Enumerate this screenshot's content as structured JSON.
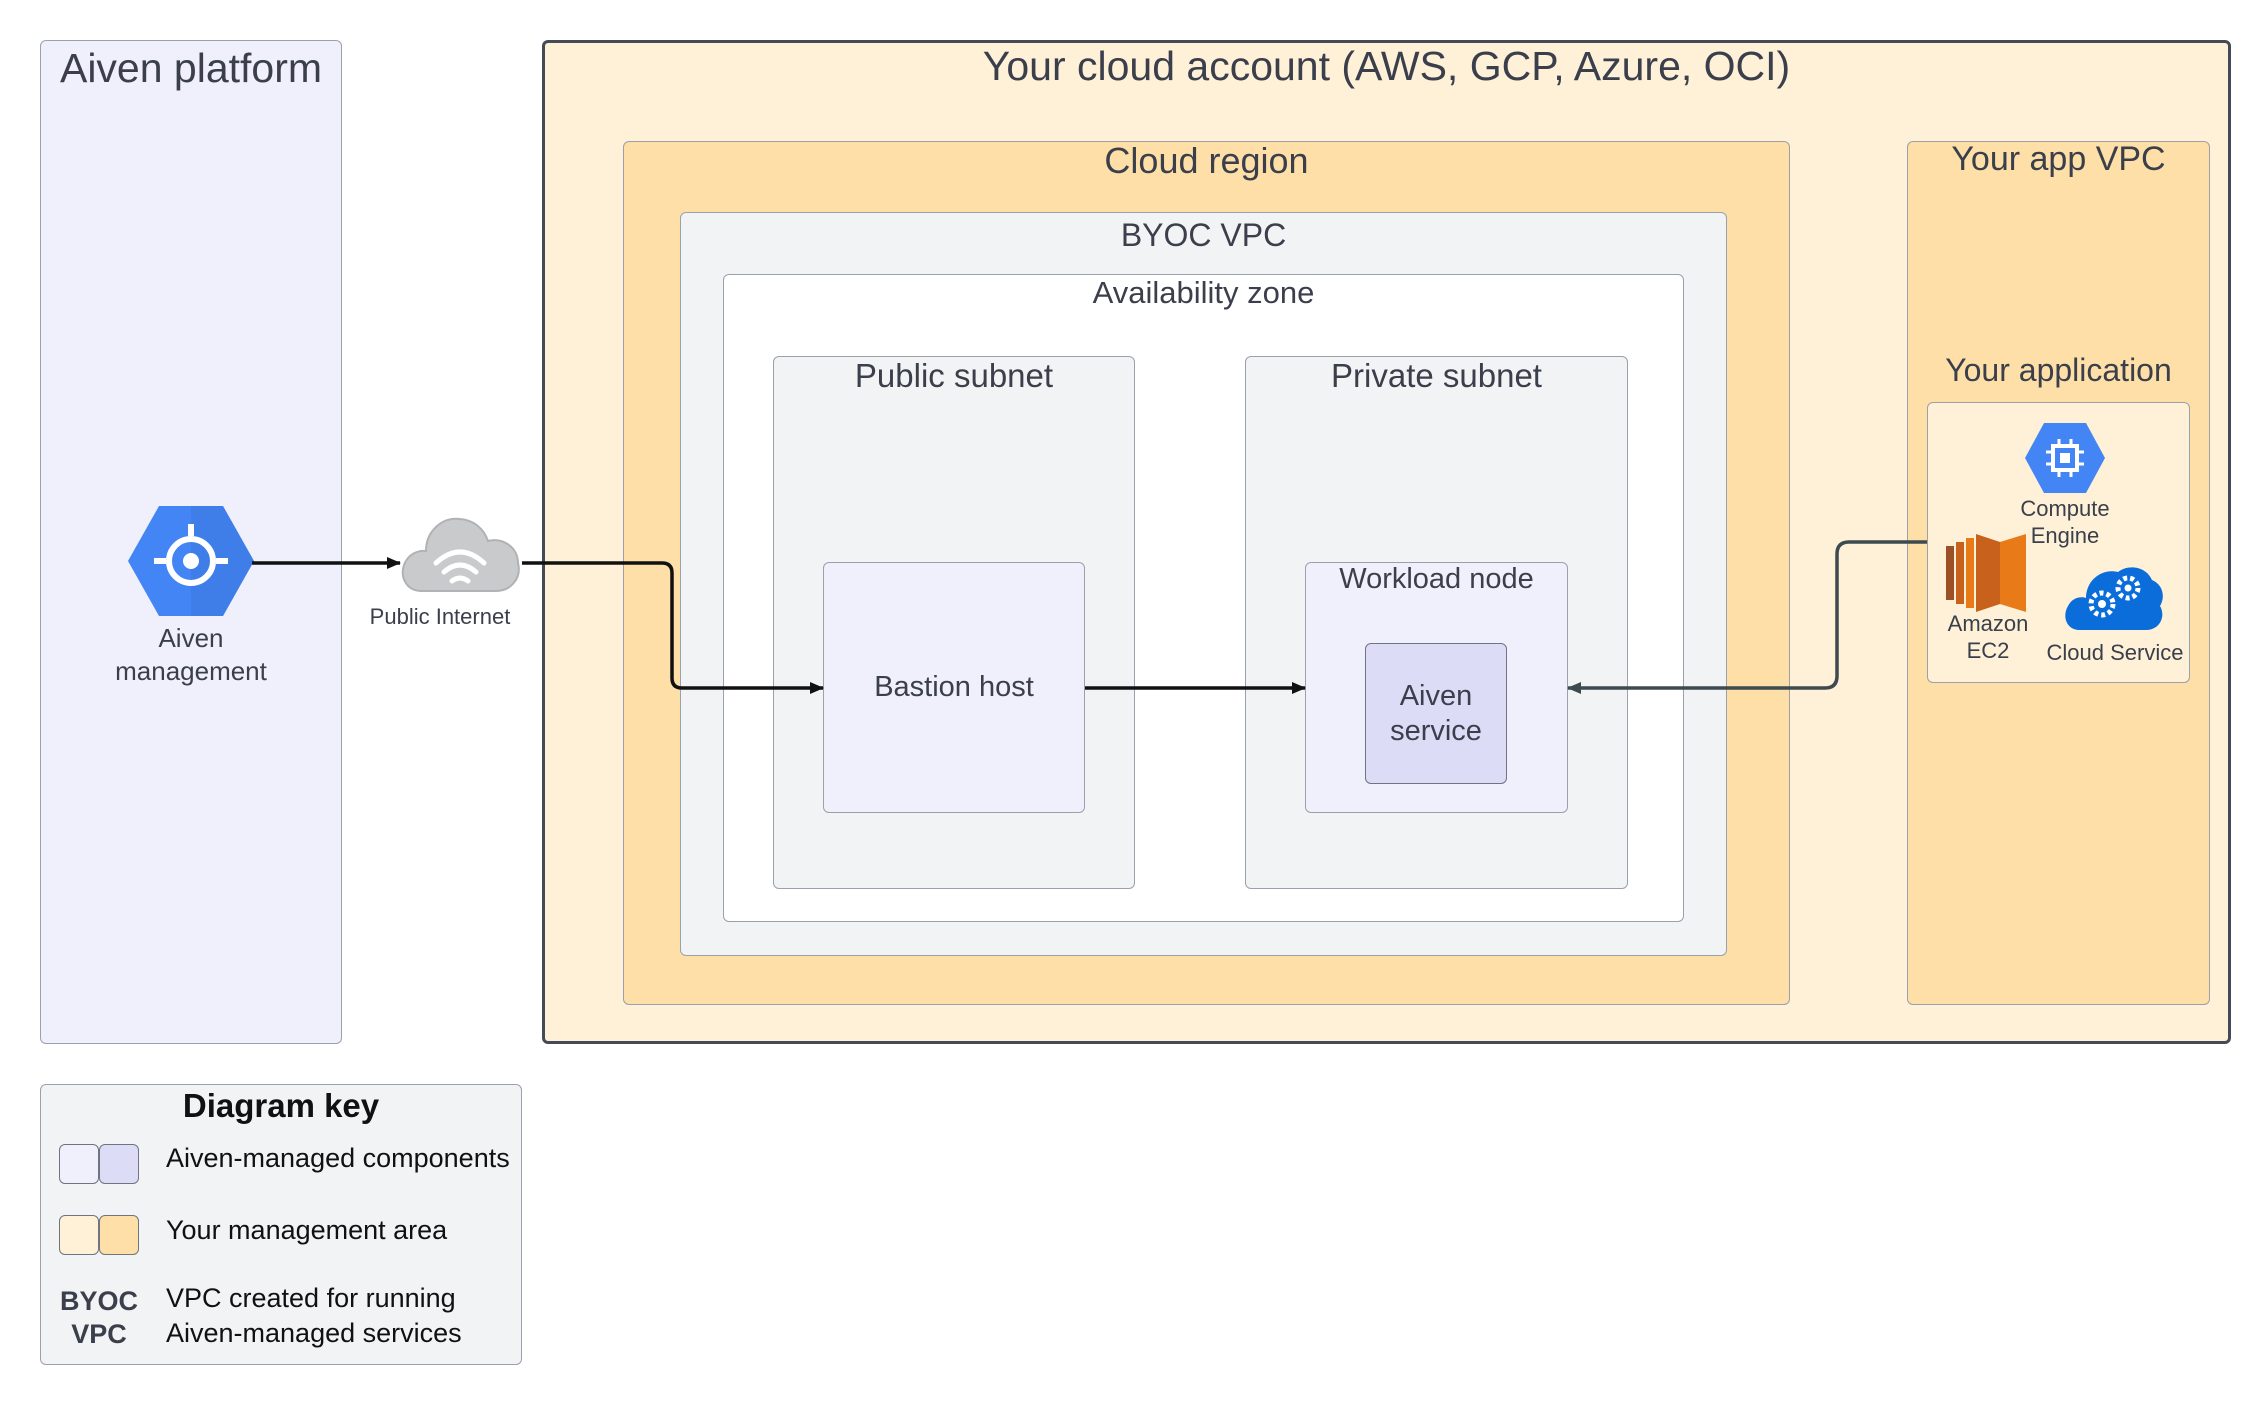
{
  "aiven_platform": {
    "title": "Aiven platform"
  },
  "aiven_management": {
    "label_line1": "Aiven",
    "label_line2": "management"
  },
  "internet": {
    "label": "Public Internet"
  },
  "cloud_account": {
    "title": "Your cloud account (AWS, GCP, Azure, OCI)"
  },
  "cloud_region": {
    "title": "Cloud region"
  },
  "byoc_vpc": {
    "title": "BYOC VPC"
  },
  "availability_zone": {
    "title": "Availability zone"
  },
  "public_subnet": {
    "title": "Public subnet"
  },
  "private_subnet": {
    "title": "Private subnet"
  },
  "bastion_host": {
    "label": "Bastion host"
  },
  "workload_node": {
    "title": "Workload node"
  },
  "aiven_service": {
    "line1": "Aiven",
    "line2": "service"
  },
  "app_vpc": {
    "title": "Your app VPC"
  },
  "your_application": {
    "title": "Your application",
    "compute_engine": {
      "line1": "Compute",
      "line2": "Engine"
    },
    "amazon_ec2": {
      "line1": "Amazon",
      "line2": "EC2"
    },
    "cloud_service": {
      "label": "Cloud Service"
    }
  },
  "diagram_key": {
    "title": "Diagram key",
    "items": [
      {
        "label": "Aiven-managed components"
      },
      {
        "label": "Your management area"
      },
      {
        "code_line1": "BYOC",
        "code_line2": "VPC",
        "label_line1": "VPC created for running",
        "label_line2": "Aiven-managed services"
      }
    ]
  },
  "colors": {
    "aiven_fill": "#f0f0fc",
    "aiven_dark": "#dcdcf7",
    "mgmt_light": "#fef1d7",
    "mgmt_dark": "#fddfa7",
    "vpc_gray": "#f2f3f4",
    "gcp_blue": "#4385f4",
    "aws_orange": "#e87a17"
  }
}
